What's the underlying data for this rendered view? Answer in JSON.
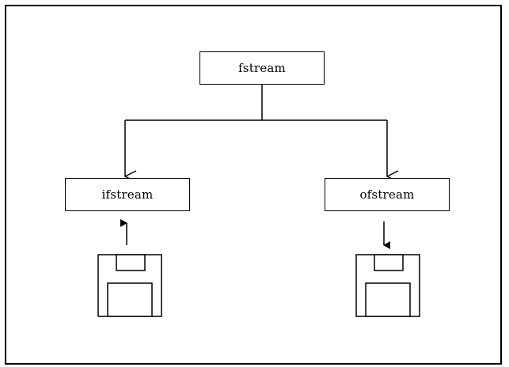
{
  "diagram": {
    "nodes": {
      "fstream": "fstream",
      "ifstream": "ifstream",
      "ofstream": "ofstream"
    },
    "edges": [
      {
        "from": "fstream",
        "to": "ifstream"
      },
      {
        "from": "fstream",
        "to": "ofstream"
      }
    ],
    "devices": [
      {
        "id": "left-disk",
        "icon": "floppy-disk-icon",
        "flow": "disk-to-ifstream"
      },
      {
        "id": "right-disk",
        "icon": "floppy-disk-icon",
        "flow": "ofstream-to-disk"
      }
    ]
  }
}
